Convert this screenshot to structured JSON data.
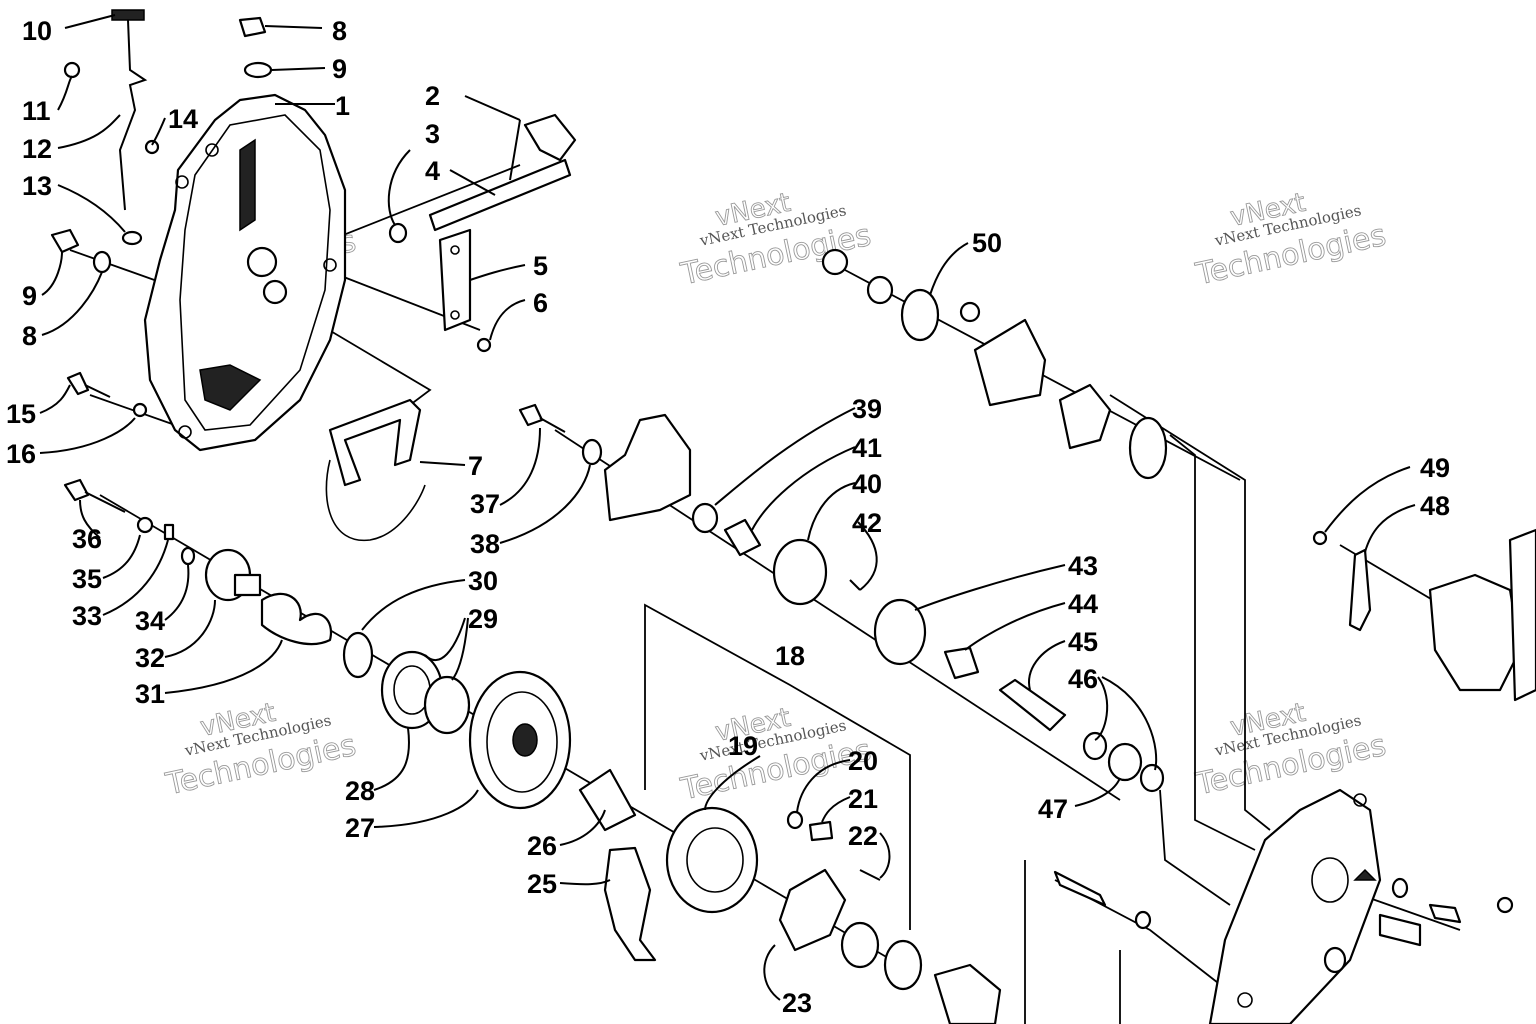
{
  "callouts": {
    "c10": "10",
    "c8a": "8",
    "c9a": "9",
    "c1": "1",
    "c2": "2",
    "c3": "3",
    "c4": "4",
    "c11": "11",
    "c12": "12",
    "c14": "14",
    "c13": "13",
    "c9b": "9",
    "c8b": "8",
    "c5": "5",
    "c6": "6",
    "c15": "15",
    "c16": "16",
    "c7": "7",
    "c50": "50",
    "c39": "39",
    "c41": "41",
    "c40": "40",
    "c42": "42",
    "c37": "37",
    "c38": "38",
    "c36": "36",
    "c35": "35",
    "c33": "33",
    "c34": "34",
    "c32": "32",
    "c31": "31",
    "c30": "30",
    "c29": "29",
    "c28": "28",
    "c27": "27",
    "c43": "43",
    "c44": "44",
    "c45": "45",
    "c46": "46",
    "c47": "47",
    "c49": "49",
    "c48": "48",
    "c18": "18",
    "c19": "19",
    "c20": "20",
    "c21": "21",
    "c22": "22",
    "c26": "26",
    "c25": "25",
    "c23": "23"
  },
  "watermark": {
    "brand": "vNext",
    "company": "Technologies",
    "full": "vNext Technologies"
  },
  "colors": {
    "ink": "#000000",
    "paper": "#ffffff",
    "watermark": "#9a9a9a"
  }
}
